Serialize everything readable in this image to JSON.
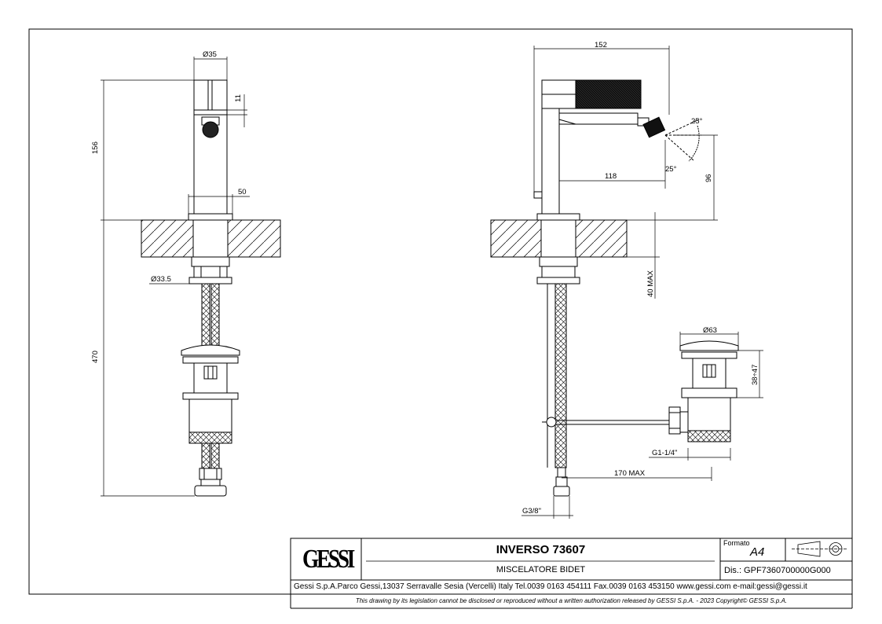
{
  "product": {
    "title": "INVERSO 73607",
    "subtitle": "MISCELATORE BIDET"
  },
  "brand": {
    "logo_text": "GESSI"
  },
  "sheet": {
    "format_label": "Formato",
    "format_value": "A4",
    "drawing_number": "Dis.: GPF7360700000G000"
  },
  "footer": {
    "company_line": "Gessi S.p.A.Parco Gessi,13037 Serravalle Sesia (Vercelli) Italy Tel.0039 0163 454111 Fax.0039 0163 453150 www.gessi.com e-mail:gessi@gessi.it",
    "legal_line": "This drawing by its legislation cannot be disclosed or reproduced without a written authorization released by GESSI S.p.A. - 2023 Copyright© GESSI S.p.A."
  },
  "dimensions": {
    "front_body_diameter": "Ø35",
    "front_height_top": "156",
    "front_lever_11": "11",
    "front_base_width": "50",
    "front_shank_diameter": "Ø33.5",
    "front_total_hose": "470",
    "side_length": "152",
    "side_reach": "118",
    "side_spout_height": "96",
    "side_angle_up": "25°",
    "side_angle_down": "25°",
    "side_deck_thickness": "40 MAX",
    "waste_diameter": "Ø63",
    "waste_range": "38÷47",
    "waste_thread": "G1-1/4\"",
    "rod_length": "170 MAX",
    "hose_thread": "G3/8\""
  },
  "icons": [
    "third-angle-projection-icon",
    "gessi-logo"
  ]
}
